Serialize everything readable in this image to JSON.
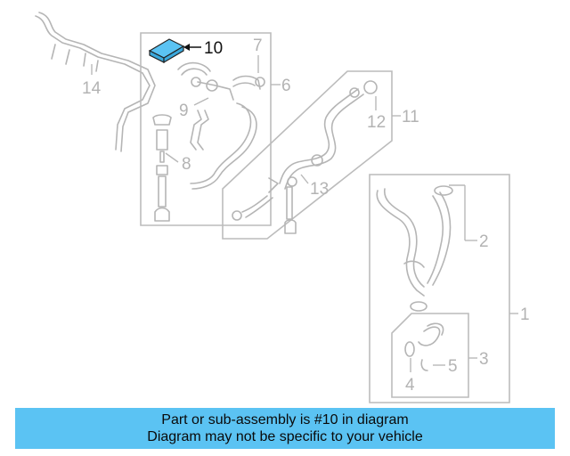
{
  "diagram": {
    "callouts": {
      "c1": "1",
      "c2": "2",
      "c3": "3",
      "c4": "4",
      "c5": "5",
      "c6": "6",
      "c7": "7",
      "c8": "8",
      "c9": "9",
      "c10": "10",
      "c11": "11",
      "c12": "12",
      "c13": "13",
      "c14": "14"
    },
    "highlighted_part": "10",
    "colors": {
      "highlight_fill": "#5bc3f3",
      "line": "#b5b5b5",
      "active_label": "#111111"
    }
  },
  "banner": {
    "line1": "Part or sub-assembly is #10 in diagram",
    "line2": "Diagram may not be specific to your vehicle",
    "background": "#5bc3f3"
  }
}
